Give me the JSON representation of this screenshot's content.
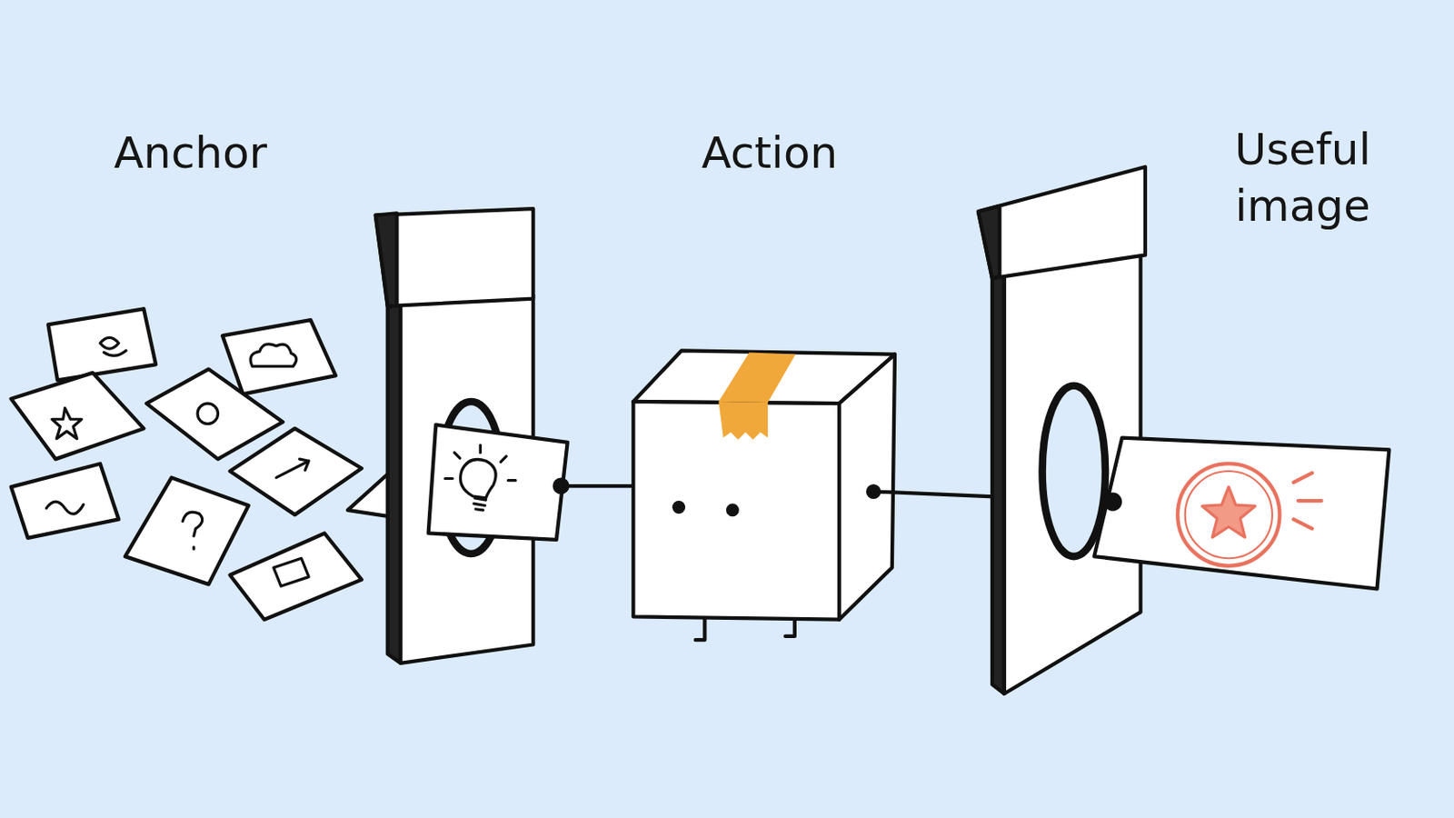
{
  "diagram": {
    "labels": [
      "Anchor",
      "Action",
      "Useful image"
    ]
  }
}
